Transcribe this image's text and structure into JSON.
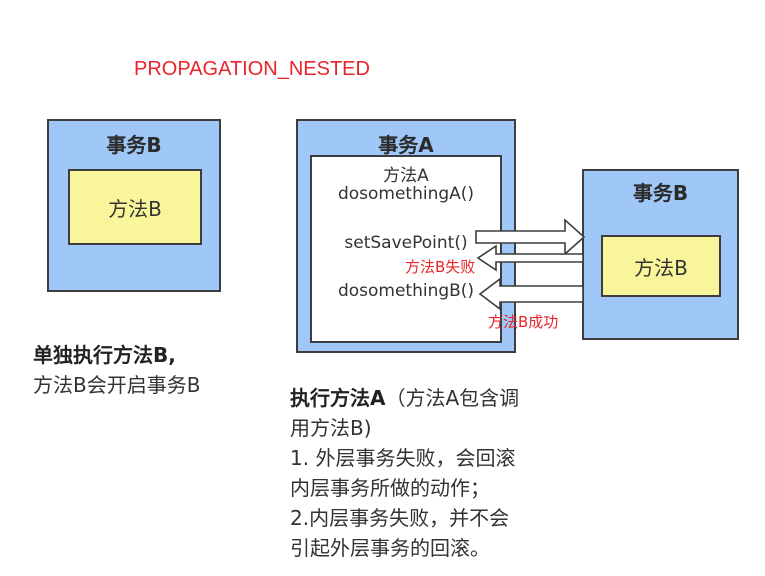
{
  "title": "PROPAGATION_NESTED",
  "left_tx": {
    "label": "事务B",
    "method": "方法B"
  },
  "middle_tx": {
    "label": "事务A",
    "lines": [
      "方法A",
      "dosomethingA()",
      "setSavePoint()",
      "dosomethingB()"
    ]
  },
  "right_tx": {
    "label": "事务B",
    "method": "方法B"
  },
  "arrows": {
    "fail_label": "方法B失败",
    "success_label": "方法B成功"
  },
  "left_desc": {
    "bold": "单独执行方法B,",
    "line2": "方法B会开启事务B"
  },
  "right_desc": {
    "bold": "执行方法A",
    "rest1": "（方法A包含调",
    "line2": "用方法B)",
    "line3": "1. 外层事务失败，会回滚",
    "line4": "内层事务所做的动作；",
    "line5": "2.内层事务失败，并不会",
    "line6": "引起外层事务的回滚。"
  }
}
